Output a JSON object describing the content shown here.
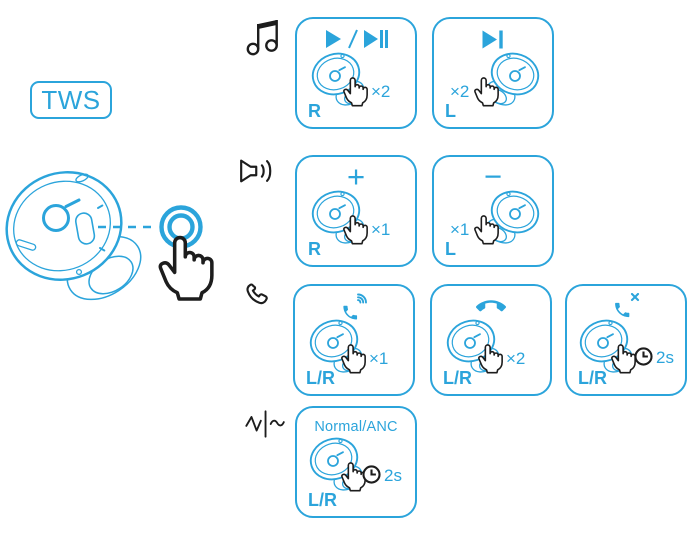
{
  "colors": {
    "accent": "#2ba4db",
    "ink": "#1d1d1d",
    "background": "#ffffff"
  },
  "badge": {
    "label": "TWS"
  },
  "legend_rows": [
    {
      "icon": "music-notes-icon",
      "meaning": "music controls"
    },
    {
      "icon": "volume-icon",
      "meaning": "volume controls"
    },
    {
      "icon": "phone-icon",
      "meaning": "call controls"
    },
    {
      "icon": "sound-mode-icon",
      "meaning": "sound mode"
    }
  ],
  "illustration": {
    "earbud": "earbud-with-touch-area",
    "gesture": "tap",
    "connector": "dashed-line"
  },
  "cards": [
    {
      "id": "play-pause",
      "action_icon": "play-pause-icon",
      "taps": "×2",
      "side": "R",
      "earbud": "right"
    },
    {
      "id": "next-track",
      "action_icon": "next-track-icon",
      "taps": "×2",
      "side": "L",
      "earbud": "left"
    },
    {
      "id": "volume-up",
      "action_label": "+",
      "taps": "×1",
      "side": "R",
      "earbud": "right"
    },
    {
      "id": "volume-down",
      "action_label": "−",
      "taps": "×1",
      "side": "L",
      "earbud": "left"
    },
    {
      "id": "answer-call",
      "action_icon": "incoming-call-icon",
      "taps": "×1",
      "side": "L/R",
      "earbud": "right"
    },
    {
      "id": "end-call",
      "action_icon": "end-call-icon",
      "taps": "×2",
      "side": "L/R",
      "earbud": "right"
    },
    {
      "id": "reject-call",
      "action_icon": "reject-call-icon",
      "hold": "2s",
      "side": "L/R",
      "earbud": "right"
    },
    {
      "id": "mode-switch",
      "action_label": "Normal/ANC",
      "hold": "2s",
      "side": "L/R",
      "earbud": "right"
    }
  ]
}
